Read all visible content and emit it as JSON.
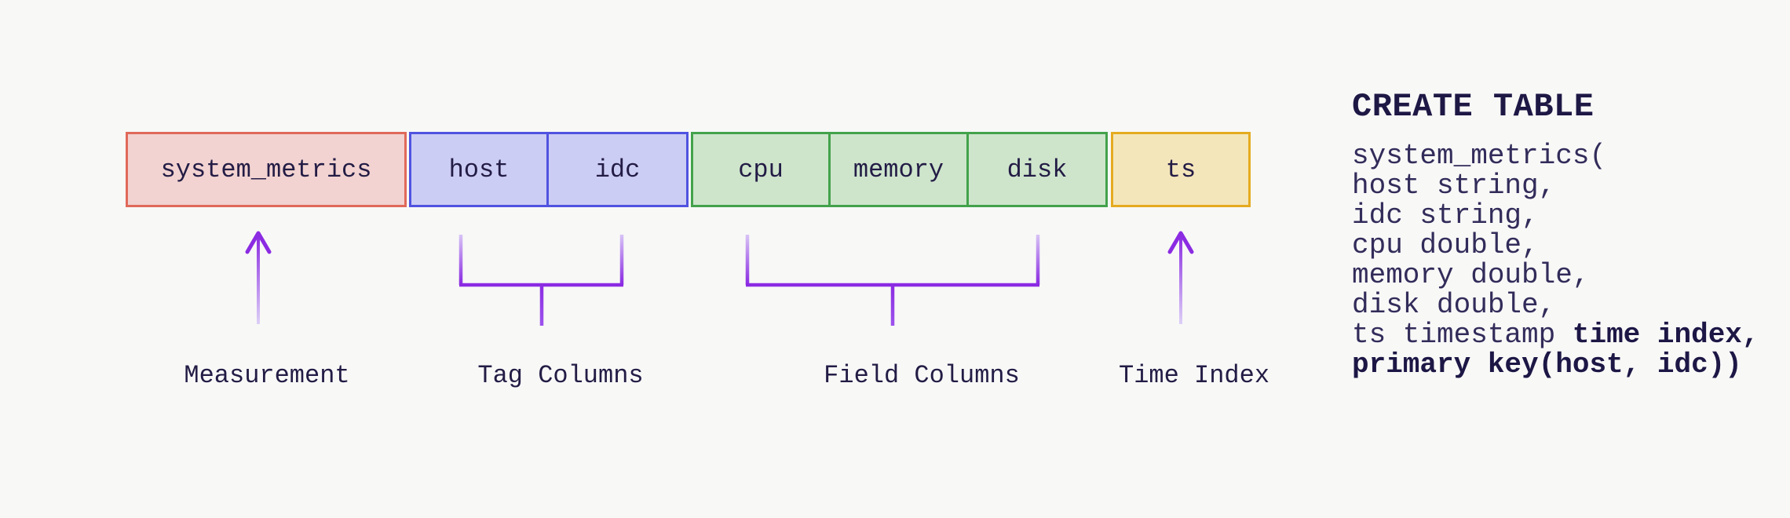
{
  "page": {
    "background": "#f8f8f7",
    "description_text_color": "#231c45"
  },
  "table_row": {
    "text_color": "#231c45",
    "boxes": [
      {
        "label": "system_metrics",
        "category": "measurement",
        "fill": "#f2d3d1",
        "border": "#e0695a"
      },
      {
        "label": "host",
        "category": "tag",
        "fill": "#cccdf4",
        "border": "#5053e0"
      },
      {
        "label": "idc",
        "category": "tag",
        "fill": "#cccdf4",
        "border": "#5053e0"
      },
      {
        "label": "cpu",
        "category": "field",
        "fill": "#cee5cc",
        "border": "#43a24b"
      },
      {
        "label": "memory",
        "category": "field",
        "fill": "#cee5cc",
        "border": "#43a24b"
      },
      {
        "label": "disk",
        "category": "field",
        "fill": "#cee5cc",
        "border": "#43a24b"
      },
      {
        "label": "ts",
        "category": "time_index",
        "fill": "#f4e6bb",
        "border": "#e5ab21"
      }
    ]
  },
  "annotations": {
    "pointer_color": "#8b2be2",
    "pointer_fade_color": "#ded2f7",
    "labels": [
      {
        "text": "Measurement",
        "pointer": "arrow"
      },
      {
        "text": "Tag Columns",
        "pointer": "bracket"
      },
      {
        "text": "Field Columns",
        "pointer": "bracket"
      },
      {
        "text": "Time Index",
        "pointer": "arrow"
      }
    ]
  },
  "code_panel": {
    "title": "CREATE TABLE",
    "lines": [
      {
        "normal": "system_metrics("
      },
      {
        "normal": "host string,"
      },
      {
        "normal": "idc string,"
      },
      {
        "normal": "cpu double,"
      },
      {
        "normal": "memory double,"
      },
      {
        "normal": "disk double,"
      },
      {
        "normal": "ts timestamp ",
        "bold": "time index,"
      },
      {
        "bold": "primary key(host, idc))"
      }
    ],
    "normal_color": "#322c5a",
    "bold_color": "#1c1745",
    "title_color": "#1e1845"
  }
}
